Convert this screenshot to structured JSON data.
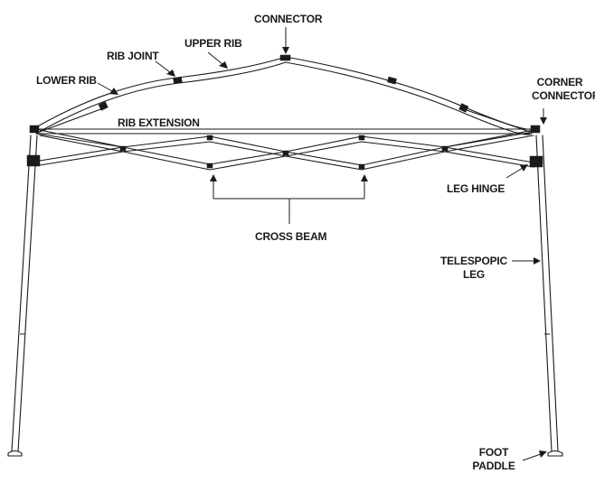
{
  "labels": {
    "connector": "CONNECTOR",
    "upper_rib": "UPPER RIB",
    "rib_joint": "RIB JOINT",
    "lower_rib": "LOWER RIB",
    "rib_extension": "RIB EXTENSION",
    "corner_connector_line1": "CORNER",
    "corner_connector_line2": "CONNECTOR",
    "leg_hinge": "LEG HINGE",
    "cross_beam": "CROSS BEAM",
    "telescopic_leg_line1": "TELESPOPIC",
    "telescopic_leg_line2": "LEG",
    "foot_paddle_line1": "FOOT",
    "foot_paddle_line2": "PADDLE"
  },
  "colors": {
    "line": "#1a1a1a",
    "background": "#ffffff"
  }
}
